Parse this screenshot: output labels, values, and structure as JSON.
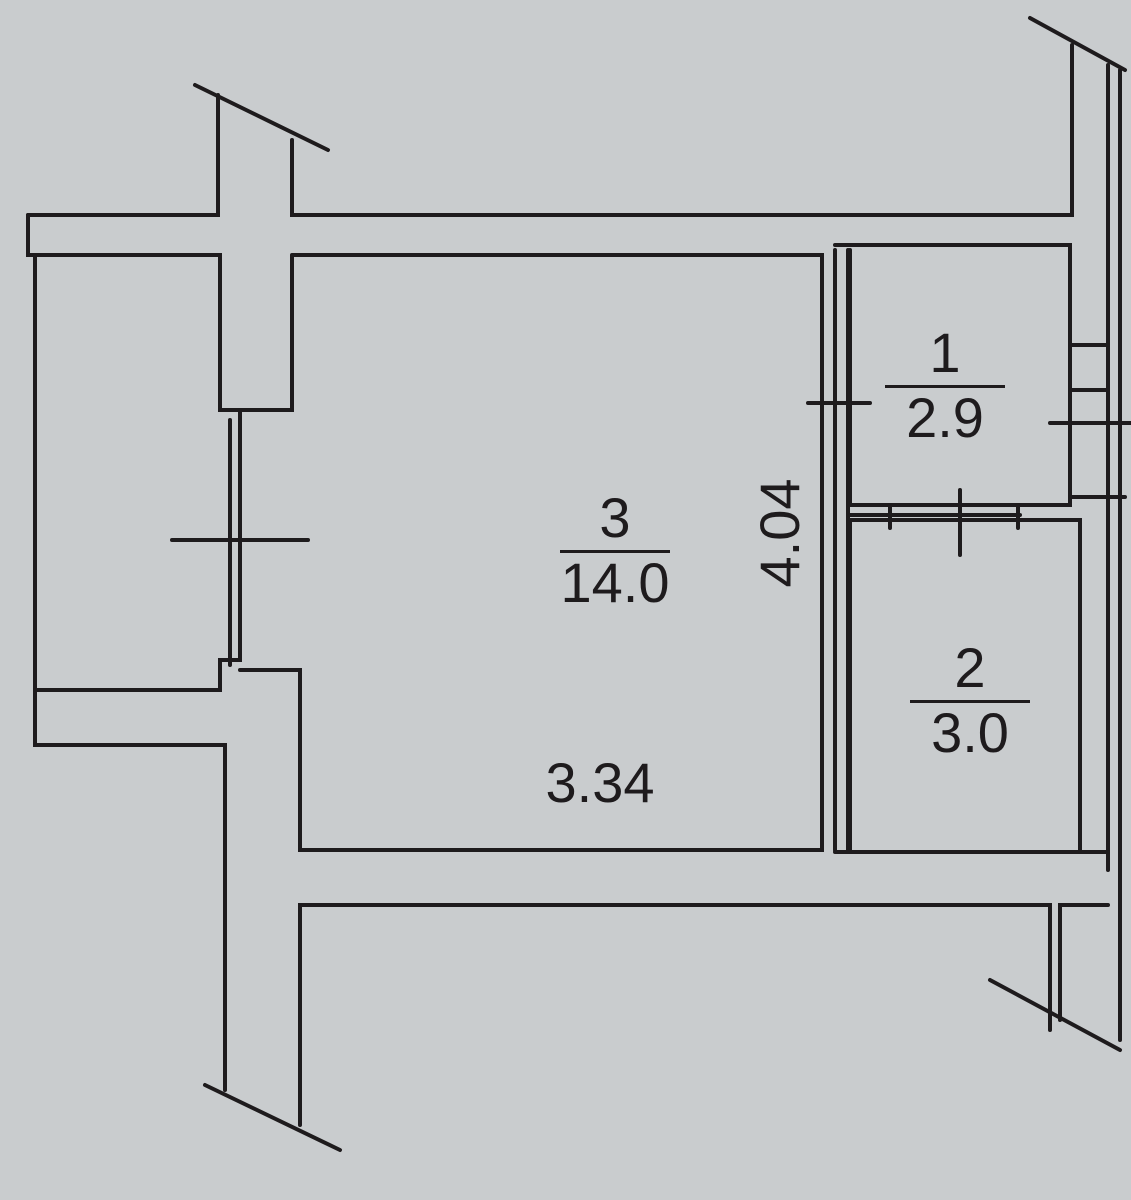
{
  "plan": {
    "rooms": [
      {
        "number": "1",
        "area": "2.9"
      },
      {
        "number": "2",
        "area": "3.0"
      },
      {
        "number": "3",
        "area": "14.0"
      }
    ],
    "dimensions": {
      "room3_width": "3.34",
      "room3_length": "4.04"
    },
    "colors": {
      "paper": "#c9ccce",
      "ink": "#1e1b1d"
    }
  }
}
